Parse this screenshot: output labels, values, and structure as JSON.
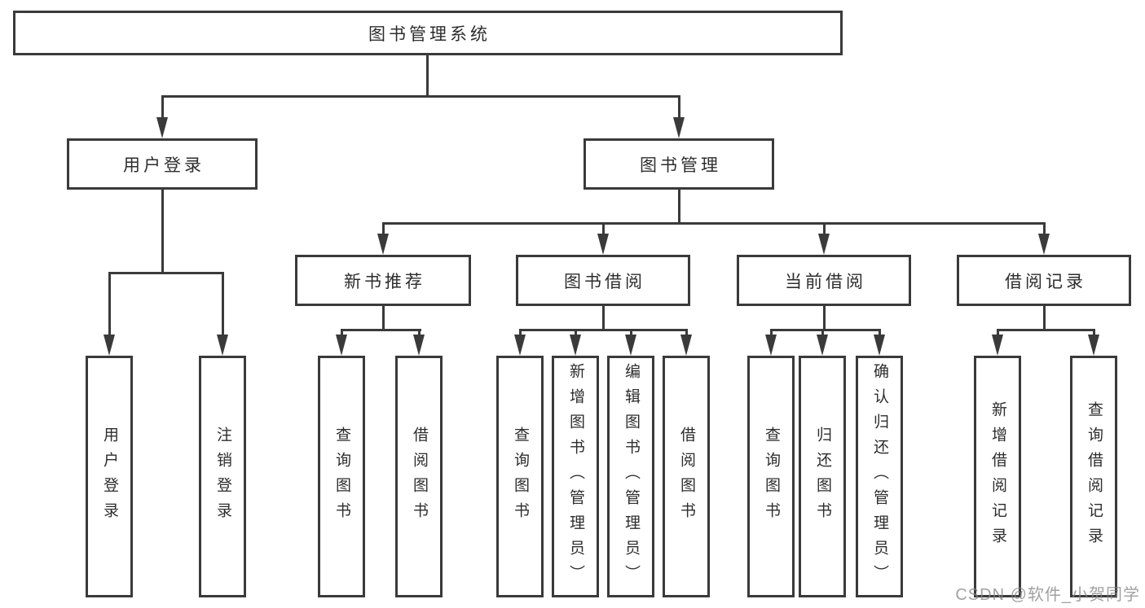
{
  "diagram": {
    "watermark": "CSDN @软件_小贺同学",
    "colors": {
      "line": "#3a3a3a",
      "box_border": "#3a3a3a",
      "box_fill": "#ffffff",
      "text": "#2d2d2d",
      "watermark": "#878787",
      "background": "#ffffff"
    },
    "nodes": {
      "root": "图书管理系统",
      "user_login": "用户登录",
      "book_management": "图书管理",
      "new_book_recommend": "新书推荐",
      "book_borrowing": "图书借阅",
      "current_borrowing": "当前借阅",
      "borrowing_records": "借阅记录",
      "leaf_user_login": "用户登录",
      "leaf_logout": "注销登录",
      "leaf_nb_query_books": "查询图书",
      "leaf_nb_borrow_books": "借阅图书",
      "leaf_bb_query_books": "查询图书",
      "leaf_bb_add_books": "新增图书（管理员）",
      "leaf_bb_edit_books": "编辑图书（管理员）",
      "leaf_bb_borrow_books": "借阅图书",
      "leaf_cb_query_books": "查询图书",
      "leaf_cb_return_books": "归还图书",
      "leaf_cb_confirm_return": "确认归还（管理员）",
      "leaf_br_add_record": "新增借阅记录",
      "leaf_br_query_record": "查询借阅记录"
    },
    "hierarchy": {
      "图书管理系统": {
        "用户登录": [
          "用户登录",
          "注销登录"
        ],
        "图书管理": {
          "新书推荐": [
            "查询图书",
            "借阅图书"
          ],
          "图书借阅": [
            "查询图书",
            "新增图书（管理员）",
            "编辑图书（管理员）",
            "借阅图书"
          ],
          "当前借阅": [
            "查询图书",
            "归还图书",
            "确认归还（管理员）"
          ],
          "借阅记录": [
            "新增借阅记录",
            "查询借阅记录"
          ]
        }
      }
    }
  }
}
